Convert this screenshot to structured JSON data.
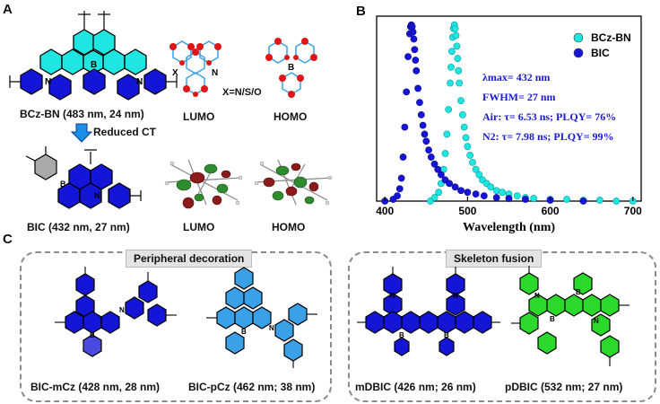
{
  "panels": {
    "a": "A",
    "b": "B",
    "c": "C"
  },
  "panel_a": {
    "bczbn_label": "BCz-BN (483 nm, 24 nm)",
    "bic_label": "BIC (432 nm, 27 nm)",
    "reduced_ct": "Reduced CT",
    "lumo_top": "LUMO",
    "homo_top": "HOMO",
    "lumo_bottom": "LUMO",
    "homo_bottom": "HOMO",
    "x_atom": "X",
    "n_atom": "N",
    "b_atom": "B",
    "x_eq": "X=N/S/O",
    "atom_b": "B",
    "atom_n": "N"
  },
  "panel_c": {
    "peripheral_title": "Peripheral decoration",
    "skeleton_title": "Skeleton fusion",
    "molecules": [
      {
        "label": "BIC-mCz (428 nm, 28 nm)"
      },
      {
        "label": "BIC-pCz (462 nm; 38 nm)"
      },
      {
        "label": "mDBIC (426 nm; 26 nm)"
      },
      {
        "label": "pDBIC (532 nm; 27 nm)"
      }
    ]
  },
  "colors": {
    "cyan": "#1fe6e0",
    "blue": "#1515d8",
    "green": "#2bd92b",
    "navy": "#13139a",
    "red": "#e01515"
  },
  "chart_data": {
    "type": "scatter",
    "xlabel": "Wavelength (nm)",
    "ylabel": "",
    "xlim": [
      390,
      710
    ],
    "ylim": [
      0,
      1.05
    ],
    "xticks": [
      400,
      500,
      600,
      700
    ],
    "legend_position": "top-right",
    "series": [
      {
        "name": "BCz-BN",
        "color": "#1fe6e0",
        "x": [
          455,
          460,
          465,
          468,
          471,
          473,
          475,
          477,
          479,
          480,
          481,
          482,
          483,
          484,
          485,
          486,
          487,
          488,
          489,
          490,
          492,
          494,
          496,
          498,
          500,
          503,
          506,
          510,
          514,
          518,
          523,
          528,
          535,
          542,
          550,
          560,
          570,
          580,
          600,
          620,
          640,
          660,
          680,
          700
        ],
        "y": [
          0.0,
          0.02,
          0.05,
          0.1,
          0.18,
          0.27,
          0.38,
          0.52,
          0.67,
          0.76,
          0.85,
          0.93,
          0.98,
          1.0,
          0.98,
          0.94,
          0.88,
          0.81,
          0.74,
          0.67,
          0.57,
          0.49,
          0.42,
          0.36,
          0.31,
          0.26,
          0.22,
          0.18,
          0.15,
          0.12,
          0.1,
          0.08,
          0.06,
          0.05,
          0.04,
          0.03,
          0.02,
          0.015,
          0.01,
          0.01,
          0.005,
          0.005,
          0.0,
          0.0
        ]
      },
      {
        "name": "BIC",
        "color": "#1515d8",
        "x": [
          400,
          410,
          415,
          418,
          420,
          422,
          424,
          426,
          428,
          430,
          431,
          432,
          433,
          434,
          435,
          436,
          437,
          438,
          440,
          442,
          444,
          446,
          448,
          450,
          453,
          456,
          460,
          464,
          468,
          473,
          478,
          485,
          492,
          500,
          510,
          520,
          535,
          550,
          570,
          600,
          640
        ],
        "y": [
          0.0,
          0.01,
          0.03,
          0.07,
          0.13,
          0.25,
          0.42,
          0.62,
          0.82,
          0.95,
          0.99,
          1.0,
          0.99,
          0.96,
          0.92,
          0.86,
          0.8,
          0.74,
          0.64,
          0.56,
          0.49,
          0.43,
          0.38,
          0.34,
          0.29,
          0.25,
          0.21,
          0.18,
          0.15,
          0.12,
          0.1,
          0.08,
          0.06,
          0.05,
          0.04,
          0.03,
          0.02,
          0.015,
          0.01,
          0.005,
          0.0
        ]
      }
    ],
    "annotations": [
      {
        "text": "λmax= 432 nm"
      },
      {
        "text": "FWHM= 27 nm"
      },
      {
        "text": "Air: τ= 6.53 ns; PLQY= 76%"
      },
      {
        "text": "N2: τ= 7.98 ns; PLQY= 99%"
      }
    ]
  }
}
